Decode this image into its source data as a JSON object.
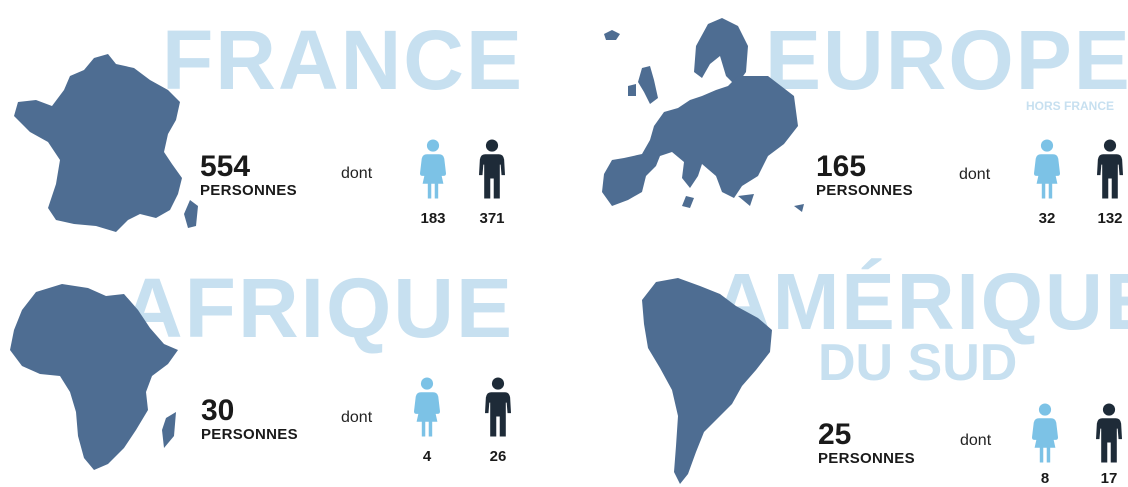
{
  "colors": {
    "title": "#c7e0f0",
    "map": "#4e6d92",
    "female": "#7cc2e6",
    "male": "#1e2b38"
  },
  "regions": [
    {
      "title": "FRANCE",
      "subtitle": "",
      "total": "554",
      "unit": "PERSONNES",
      "dont": "dont",
      "female": "183",
      "male": "371",
      "map_icon": "france-map-icon"
    },
    {
      "title": "EUROPE",
      "subtitle": "HORS FRANCE",
      "total": "165",
      "unit": "PERSONNES",
      "dont": "dont",
      "female": "32",
      "male": "132",
      "map_icon": "europe-map-icon"
    },
    {
      "title": "AFRIQUE",
      "subtitle": "",
      "total": "30",
      "unit": "PERSONNES",
      "dont": "dont",
      "female": "4",
      "male": "26",
      "map_icon": "africa-map-icon"
    },
    {
      "title": "AMÉRIQUE",
      "subtitle": "DU SUD",
      "total": "25",
      "unit": "PERSONNES",
      "dont": "dont",
      "female": "8",
      "male": "17",
      "map_icon": "south-america-map-icon"
    }
  ]
}
